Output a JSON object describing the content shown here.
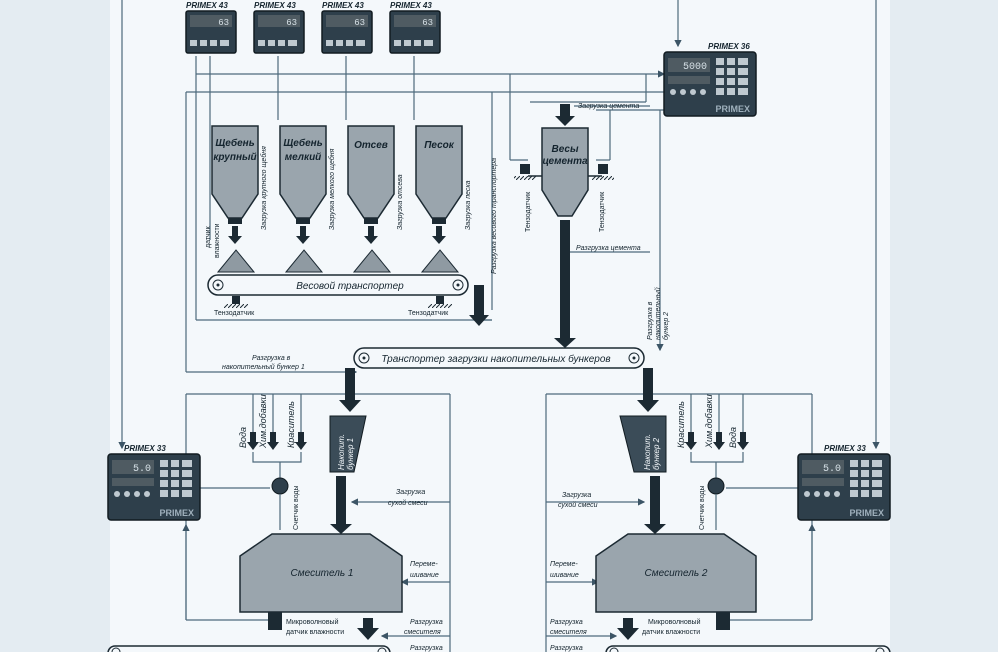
{
  "panels": {
    "p43_1": {
      "label": "PRIMEX 43",
      "value": "63"
    },
    "p43_2": {
      "label": "PRIMEX 43",
      "value": "63"
    },
    "p43_3": {
      "label": "PRIMEX 43",
      "value": "63"
    },
    "p43_4": {
      "label": "PRIMEX 43",
      "value": "63"
    },
    "p36": {
      "label": "PRIMEX 36",
      "value": "5000",
      "brand": "PRIMEX"
    },
    "p33_left": {
      "label": "PRIMEX 33",
      "value": "5.0",
      "brand": "PRIMEX"
    },
    "p33_right": {
      "label": "PRIMEX 33",
      "value": "5.0",
      "brand": "PRIMEX"
    }
  },
  "silos": {
    "s1": {
      "line1": "Щебень",
      "line2": "крупный",
      "side": "Загрузка крупного щебня"
    },
    "s2": {
      "line1": "Щебень",
      "line2": "мелкий",
      "side": "Загрузка мелкого щебня"
    },
    "s3": {
      "line1": "Отсев",
      "side": "Загрузка отсева"
    },
    "s4": {
      "line1": "Песок",
      "side": "Загрузка песка"
    }
  },
  "labels": {
    "moisture_sensor_1": "датчик",
    "moisture_sensor_2": "влажности",
    "weigh_conveyor": "Весовой транспортер",
    "load_sensor": "Тензодатчик",
    "weigh_conveyor_unload": "Разгрузка весового транспортера",
    "cement_load": "Загрузка цемента",
    "cement_scale_1": "Весы",
    "cement_scale_2": "цемента",
    "cement_unload": "Разгрузка цемента",
    "unload_bunker2_1": "Разгрузка в",
    "unload_bunker2_2": "накопительный",
    "unload_bunker2_3": "бункер 2",
    "unload_bunker1_1": "Разгрузка в",
    "unload_bunker1_2": "накопительный бункер 1",
    "bunker_conveyor": "Транспортер загрузки накопительных бункеров",
    "water": "Вода",
    "chem_additives": "Хим.добавки",
    "colorant": "Краситель",
    "bunker1_1": "Накопит.",
    "bunker1_2": "бункер 1",
    "bunker2_1": "Накопит.",
    "bunker2_2": "бункер 2",
    "water_meter": "Счетчик воды",
    "dry_mix_1": "Загрузка",
    "dry_mix_2": "сухой смеси",
    "mixing_1": "Переме-",
    "mixing_2": "шивание",
    "mixer1": "Смеситель 1",
    "mixer2": "Смеситель 2",
    "microwave_1": "Микроволновый",
    "microwave_2": "датчик влажности",
    "unload_mixer_1": "Разгрузка",
    "unload_mixer_2": "смесителя",
    "unload_bottom": "Разгрузка"
  },
  "colors": {
    "background": "#e4ecf2",
    "ink": "#1c2a33",
    "line": "#4d6a7c",
    "silo": "#9aa5ad"
  }
}
